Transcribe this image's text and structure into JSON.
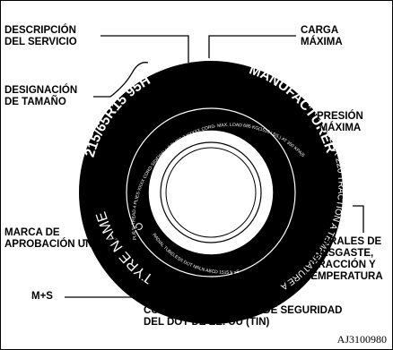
{
  "labels": {
    "service_desc": [
      "DESCRIPCIÓN",
      "DEL SERVICIO"
    ],
    "max_load": [
      "CARGA",
      "MÁXIMA"
    ],
    "size_designation": [
      "DESIGNACIÓN",
      "DE TAMAÑO"
    ],
    "max_pressure": [
      "PRESIÓN",
      "MÁXIMA"
    ],
    "treadwear": [
      "UMBRALES DE",
      "DESGASTE,",
      "TRACCIÓN Y",
      "TEMPERATURA"
    ],
    "unece_mark": [
      "MARCA DE",
      "APROBACIÓN UNECE"
    ],
    "ms": "M+S",
    "dot_code": [
      "CÓDIGO DE LA NORMA DE SEGURIDAD",
      "DEL DOT DE EE. UU (TIN)"
    ]
  },
  "tyre_text": {
    "size": "215/65R15 95H",
    "manufacturer": "MANUFACTURER",
    "tyre_name": "TYRE NAME",
    "treadwear": "TREADWEAR 220 TRACTION A TEMPERATURE A",
    "plies": "PLIES: TREAD 4 PLIES-XXXX CORD-SIDEWALL 2 PLIES 2 XXXXX CORD- MAX. LOAD 685 KG(1510 LBS.) AT 350 KPA(51PSI) MAX PRESS",
    "dot": "RADIAL TUBELESS DOT NRLN ABCD 1515 M+S"
  },
  "figure_code": "AJ3100980"
}
